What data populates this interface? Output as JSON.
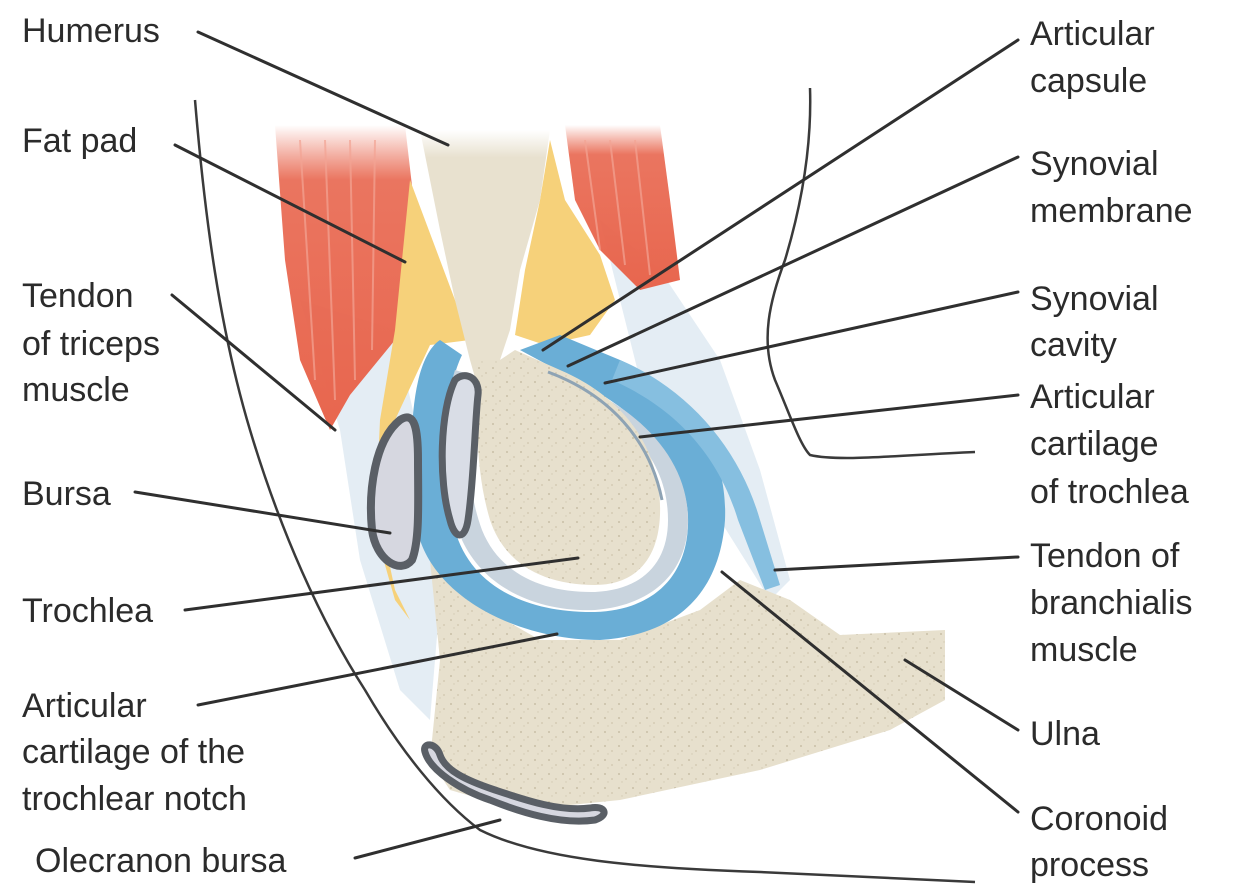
{
  "labels": {
    "humerus": "Humerus",
    "fat_pad": "Fat pad",
    "tendon_triceps": [
      "Tendon",
      "of triceps",
      "muscle"
    ],
    "bursa": "Bursa",
    "trochlea": "Trochlea",
    "cartilage_trochlear_notch": [
      "Articular",
      "cartilage of the",
      "trochlear notch"
    ],
    "olecranon_bursa": "Olecranon bursa",
    "articular_capsule": [
      "Articular",
      "capsule"
    ],
    "synovial_membrane": [
      "Synovial",
      "membrane"
    ],
    "synovial_cavity": [
      "Synovial",
      "cavity"
    ],
    "cartilage_trochlea": [
      "Articular",
      "cartilage",
      "of trochlea"
    ],
    "tendon_brachialis": [
      "Tendon of",
      "branchialis",
      "muscle"
    ],
    "ulna": "Ulna",
    "coronoid_process": [
      "Coronoid",
      "process"
    ]
  },
  "colors": {
    "muscle": "#e8664e",
    "fat": "#f6d17a",
    "bone": "#e8e1cf",
    "cartilage": "#c9d4de",
    "synovial_membrane": "#6aaed6",
    "bursa_outline": "#5a5f66",
    "tendon": "#e6eef5"
  }
}
